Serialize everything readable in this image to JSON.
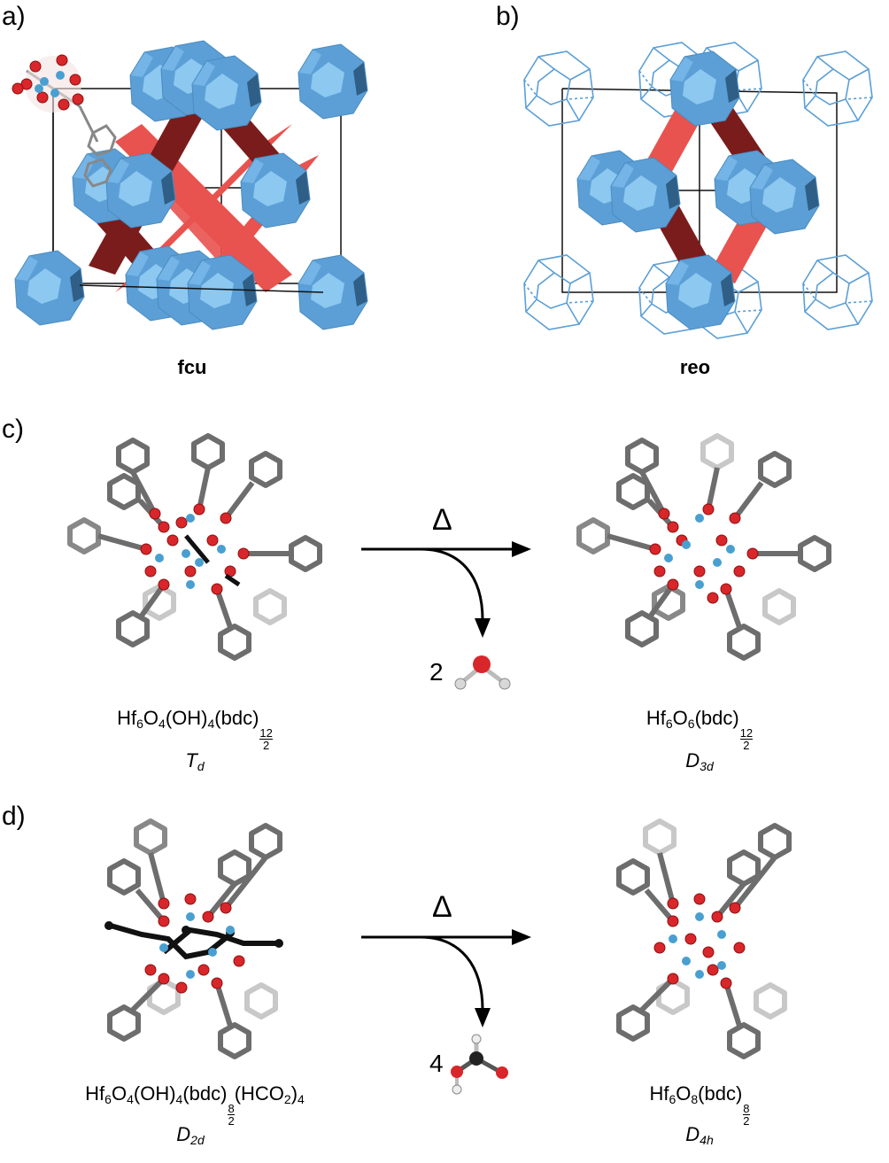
{
  "panels": {
    "a": {
      "label": "a)",
      "topology": "fcu"
    },
    "b": {
      "label": "b)",
      "topology": "reo"
    },
    "c": {
      "label": "c)",
      "arrow_label": "Δ",
      "byproduct_coefficient": "2",
      "reactant": {
        "formula_main": "Hf",
        "s1": "6",
        "t1": "O",
        "s2": "4",
        "t2": "(OH)",
        "s3": "4",
        "t3": "(bdc)",
        "frac_num": "12",
        "frac_den": "2",
        "symmetry": "T",
        "symmetry_sub": "d"
      },
      "product": {
        "formula_main": "Hf",
        "s1": "6",
        "t1": "O",
        "s2": "6",
        "t2": "(bdc)",
        "frac_num": "12",
        "frac_den": "2",
        "symmetry": "D",
        "symmetry_sub": "3d"
      }
    },
    "d": {
      "label": "d)",
      "arrow_label": "Δ",
      "byproduct_coefficient": "4",
      "reactant": {
        "formula_main": "Hf",
        "s1": "6",
        "t1": "O",
        "s2": "4",
        "t2": "(OH)",
        "s3": "4",
        "t3": "(bdc)",
        "frac_num": "8",
        "frac_den": "2",
        "t4": "(HCO",
        "s4": "2",
        "t5": ")",
        "s5": "4",
        "symmetry": "D",
        "symmetry_sub": "2d"
      },
      "product": {
        "formula_main": "Hf",
        "s1": "6",
        "t1": "O",
        "s2": "8",
        "t2": "(bdc)",
        "frac_num": "8",
        "frac_den": "2",
        "symmetry": "D",
        "symmetry_sub": "4h"
      }
    }
  },
  "colors": {
    "cluster_blue": "#5b9fd6",
    "cluster_light": "#8cc8f0",
    "cluster_dark": "#2f5f86",
    "linker_red": "#e8524f",
    "linker_dark": "#7a1c1c",
    "oxygen_red": "#d9262a",
    "hf_blue": "#4a9fd1",
    "carbon_gray": "#6d6d6d"
  }
}
